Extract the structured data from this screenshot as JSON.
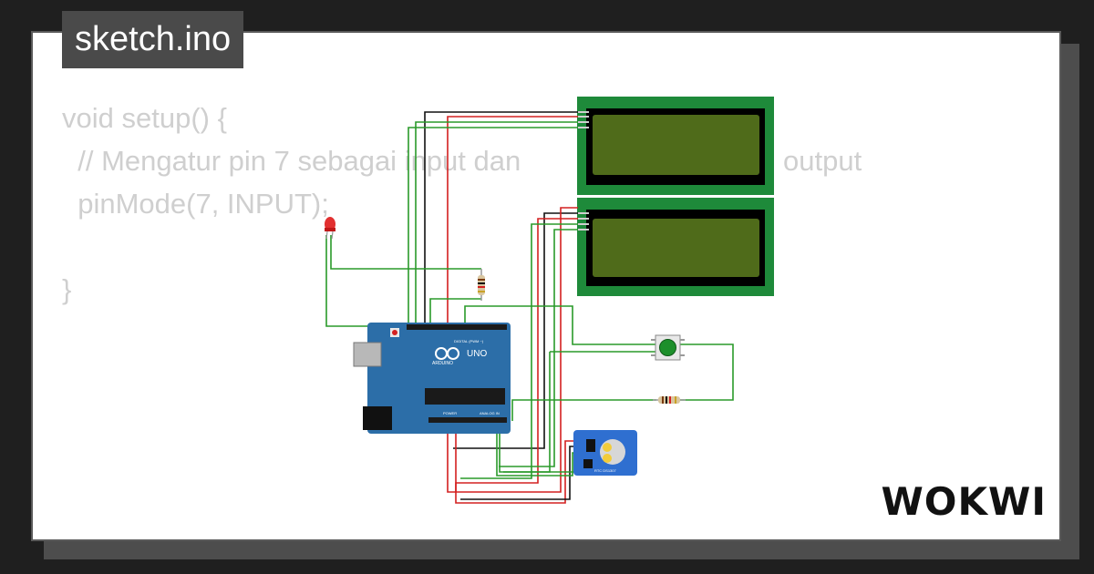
{
  "title": "sketch.ino",
  "code_lines": [
    "void setup() {",
    "  // Mengatur pin 7 sebagai input dan",
    "  pinMode(7, INPUT);",
    "",
    "}"
  ],
  "code_fragment_right": "output",
  "arduino": {
    "model": "UNO",
    "brand": "ARDUINO",
    "digital_label": "DIGITAL (PWM ~)",
    "power_label": "POWER",
    "analog_label": "ANALOG IN"
  },
  "rtc_label": "RTC DS1307",
  "logo_text": "WOKWI",
  "colors": {
    "background": "#1f1f1f",
    "card": "#ffffff",
    "title_bg": "#4a4a4a",
    "code_text": "#cfcfcf",
    "lcd_board": "#1e8a3a",
    "lcd_screen": "#4f6b1a",
    "arduino": "#2c6ea8",
    "wire_green": "#2a9a2a",
    "wire_red": "#d42020",
    "wire_black": "#111111",
    "rtc_board": "#2f6fd0"
  }
}
